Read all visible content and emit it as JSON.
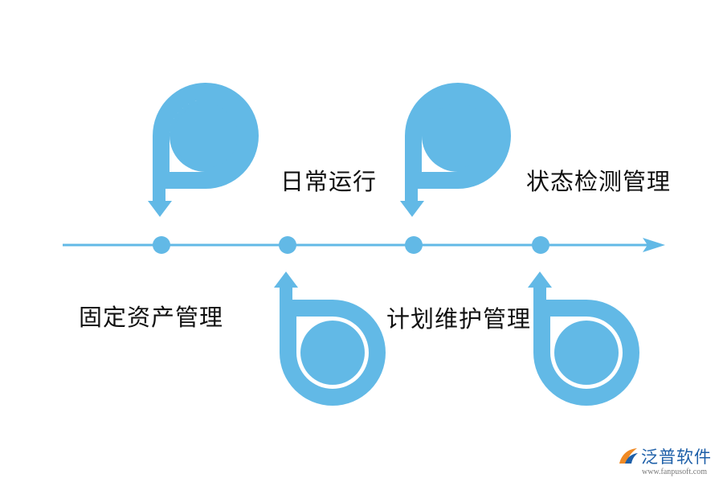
{
  "colors": {
    "accent": "#62b9e6",
    "text": "#111111",
    "logo_blue": "#1d5fa8",
    "logo_orange": "#f08a24"
  },
  "timeline": {
    "direction": "left-to-right",
    "stages": [
      {
        "order": 1,
        "label": "固定资产管理",
        "icon": "p-loop-arrow-down-icon",
        "label_side": "below"
      },
      {
        "order": 2,
        "label": "日常运行",
        "icon": "b-loop-arrow-up-icon",
        "label_side": "above"
      },
      {
        "order": 3,
        "label": "计划维护管理",
        "icon": "p-loop-arrow-down-icon",
        "label_side": "below"
      },
      {
        "order": 4,
        "label": "状态检测管理",
        "icon": "b-loop-arrow-up-icon",
        "label_side": "above"
      }
    ]
  },
  "logo": {
    "brand": "泛普软件",
    "url": "www.fanpusoft.com"
  }
}
